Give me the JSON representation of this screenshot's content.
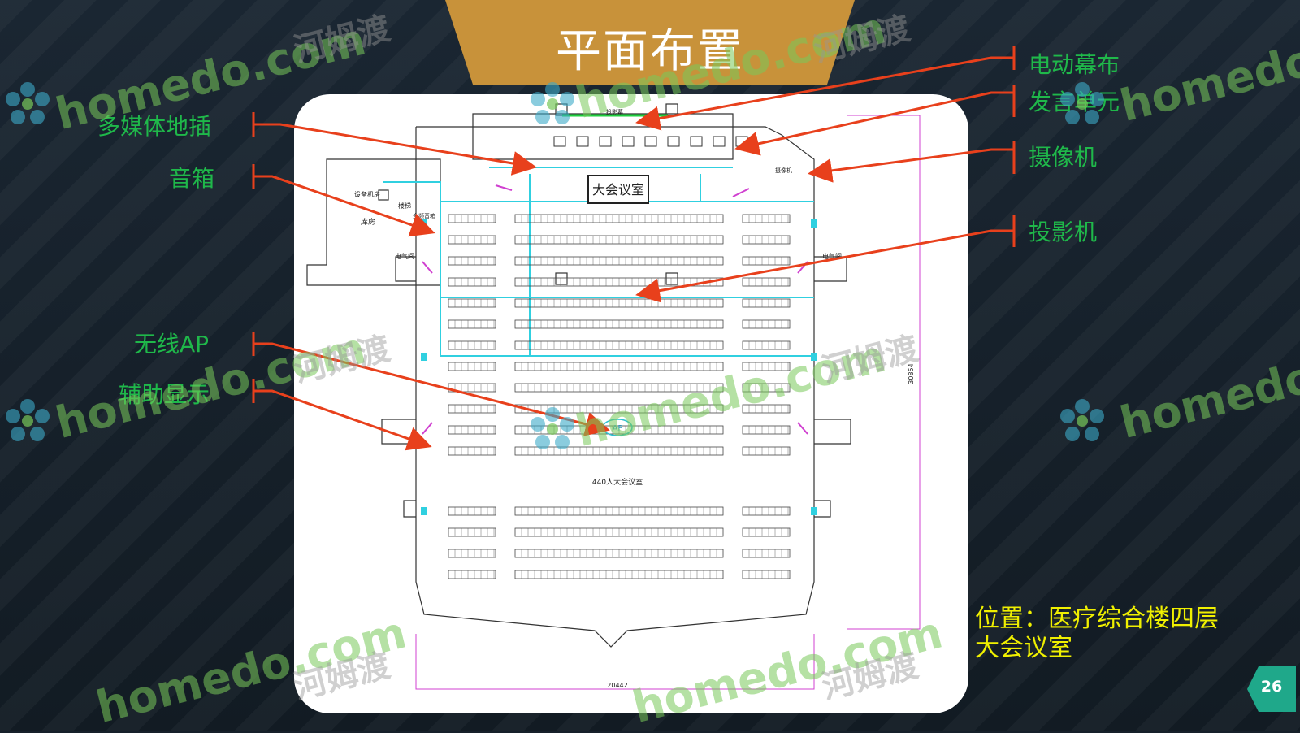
{
  "slide": {
    "title": "平面布置",
    "page_number": "26",
    "location_line1": "位置：医疗综合楼四层",
    "location_line2": "大会议室",
    "accent_color": "#c8923a",
    "label_color": "#1fb84a",
    "arrow_color": "#e8401c"
  },
  "labels_left": [
    {
      "text": "多媒体地插"
    },
    {
      "text": "音箱"
    },
    {
      "text": "无线AP"
    },
    {
      "text": "辅助显示"
    }
  ],
  "labels_right": [
    {
      "text": "电动幕布"
    },
    {
      "text": "发言单元"
    },
    {
      "text": "摄像机"
    },
    {
      "text": "投影机"
    }
  ],
  "plan": {
    "room_label": "大会议室",
    "hall_caption": "440人大会议室",
    "ap_label": "AP",
    "dim_bottom": "20442",
    "dim_right": "30854",
    "small_labels": {
      "storage": "库房",
      "equipment_room": "设备机房",
      "stairs": "楼梯",
      "electrical_left": "电气间",
      "electrical_right": "电气间",
      "speaker": "全频音箱",
      "camera": "摄像机",
      "projector_screen": "投影幕"
    }
  },
  "watermarks": {
    "brand": "homedo.com",
    "cn": "河姆渡"
  }
}
